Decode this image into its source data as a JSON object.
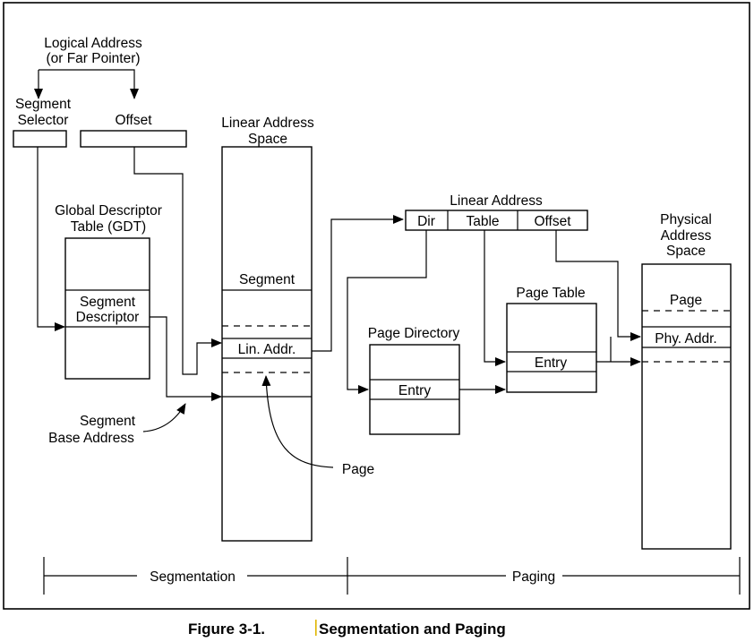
{
  "labels": {
    "logical_address_1": "Logical Address",
    "logical_address_2": "(or Far Pointer)",
    "segment_selector_1": "Segment",
    "segment_selector_2": "Selector",
    "offset": "Offset",
    "gdt_1": "Global Descriptor",
    "gdt_2": "Table (GDT)",
    "segment_descriptor_1": "Segment",
    "segment_descriptor_2": "Descriptor",
    "segment_base_1": "Segment",
    "segment_base_2": "Base Address",
    "linear_space_1": "Linear Address",
    "linear_space_2": "Space",
    "segment": "Segment",
    "lin_addr": "Lin. Addr.",
    "page": "Page",
    "linear_address": "Linear Address",
    "dir": "Dir",
    "table": "Table",
    "la_offset": "Offset",
    "page_directory": "Page Directory",
    "pd_entry": "Entry",
    "page_table": "Page Table",
    "pt_entry": "Entry",
    "physical_1": "Physical",
    "physical_2": "Address",
    "physical_3": "Space",
    "phys_page": "Page",
    "phy_addr": "Phy. Addr.",
    "segmentation": "Segmentation",
    "paging": "Paging"
  },
  "caption": {
    "number": "Figure 3-1.",
    "title": "Segmentation and Paging"
  }
}
